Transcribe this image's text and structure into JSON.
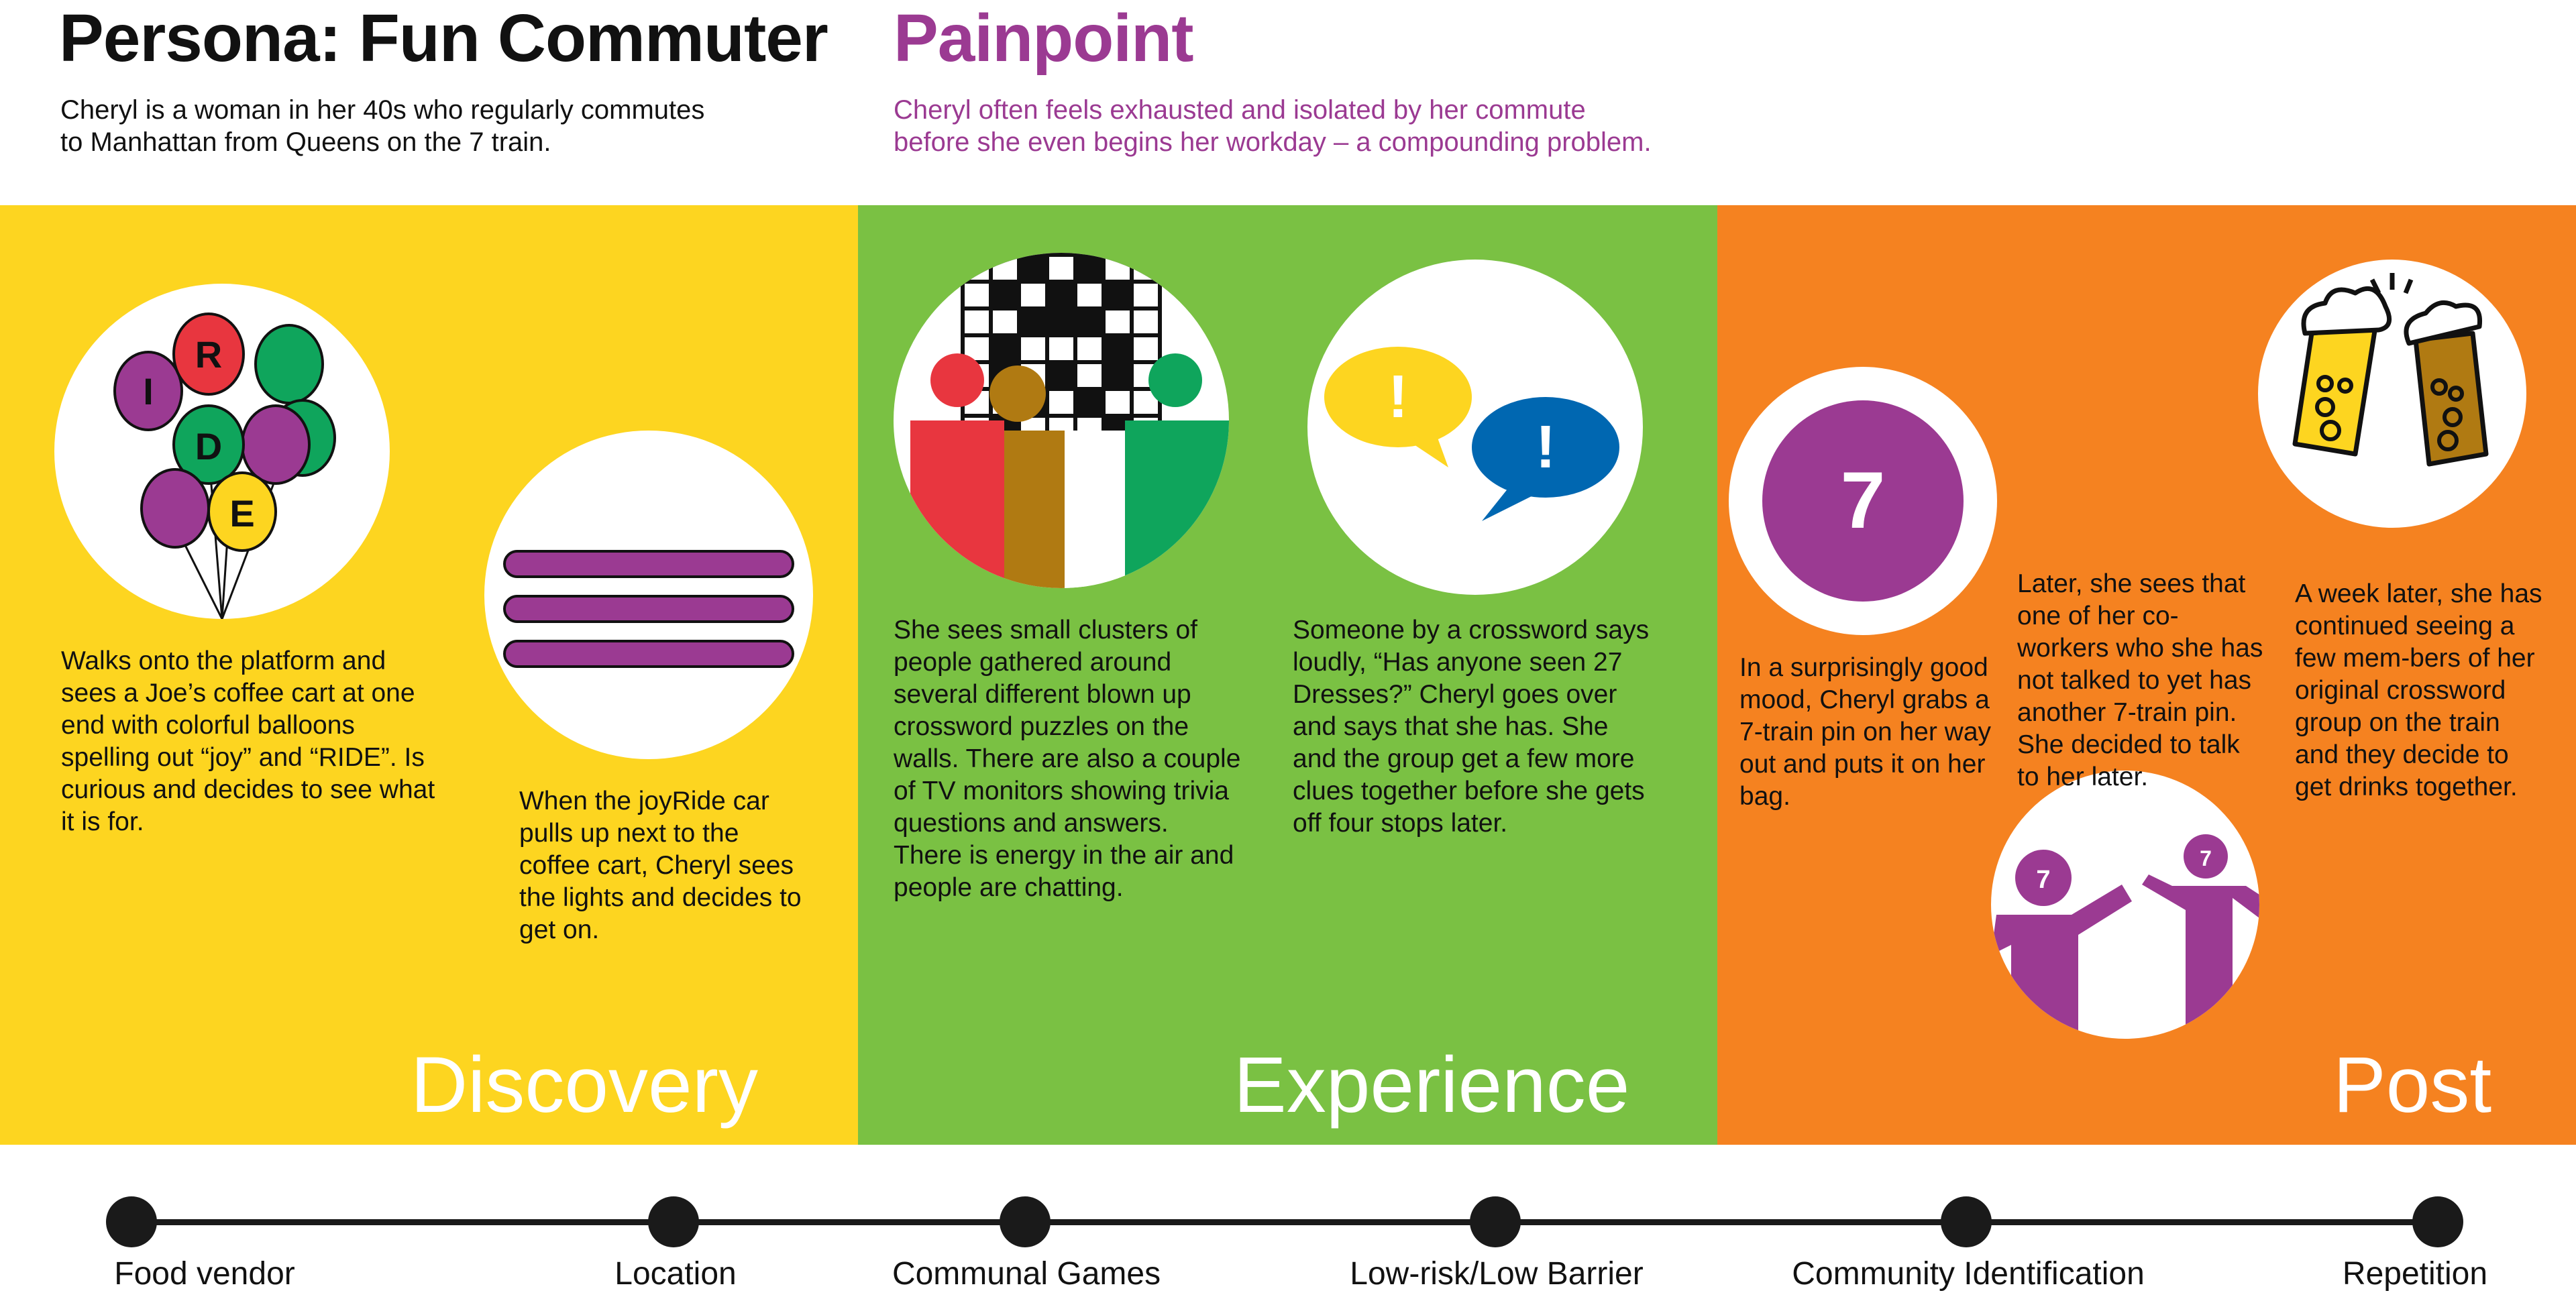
{
  "header": {
    "persona_title": "Persona: Fun Commuter",
    "persona_desc": [
      "Cheryl is a woman in her 40s who regularly commutes",
      "to Manhattan from Queens on the 7 train."
    ],
    "painpoint_title": "Painpoint",
    "painpoint_desc": [
      "Cheryl often feels exhausted and isolated by her commute",
      "before she even begins her workday – a compounding problem."
    ]
  },
  "colors": {
    "yellow": "#FDD520",
    "green": "#7AC143",
    "orange": "#F58220",
    "purple": "#9B3A92"
  },
  "icons": {
    "balloon_letters": [
      "R",
      "I",
      "D",
      "E"
    ],
    "pin_number": "7"
  },
  "phases": {
    "discovery": {
      "label": "Discovery",
      "steps": [
        "Walks onto the platform and sees a Joe’s coffee cart at one end with colorful balloons spelling out “joy” and “RIDE”. Is curious and decides to see what it is for.",
        "When the joyRide car pulls up next to the coffee cart, Cheryl sees the lights and decides to get on."
      ]
    },
    "experience": {
      "label": "Experience",
      "steps": [
        "She sees small clusters of people gathered around several different blown up crossword puzzles on the walls. There are also a couple of TV monitors showing trivia questions and answers. There is energy in the air and people are chatting.",
        "Someone by a crossword says loudly, “Has anyone seen 27 Dresses?” Cheryl goes over and says that she has. She and the group get a few more clues together before she gets off four stops later."
      ]
    },
    "post": {
      "label": "Post",
      "steps": [
        "In a surprisingly good mood, Cheryl grabs a 7-train pin on her way out and puts it on her bag.",
        "Later, she sees that one of her co-workers who she has not talked to yet has another 7-train pin. She decided to talk to her later.",
        "A week later, she has continued seeing a few mem-bers of her original crossword group on the train and they decide to get drinks together."
      ]
    }
  },
  "timeline": [
    "Food vendor",
    "Location",
    "Communal Games",
    "Low-risk/Low Barrier",
    "Community Identification",
    "Repetition"
  ]
}
